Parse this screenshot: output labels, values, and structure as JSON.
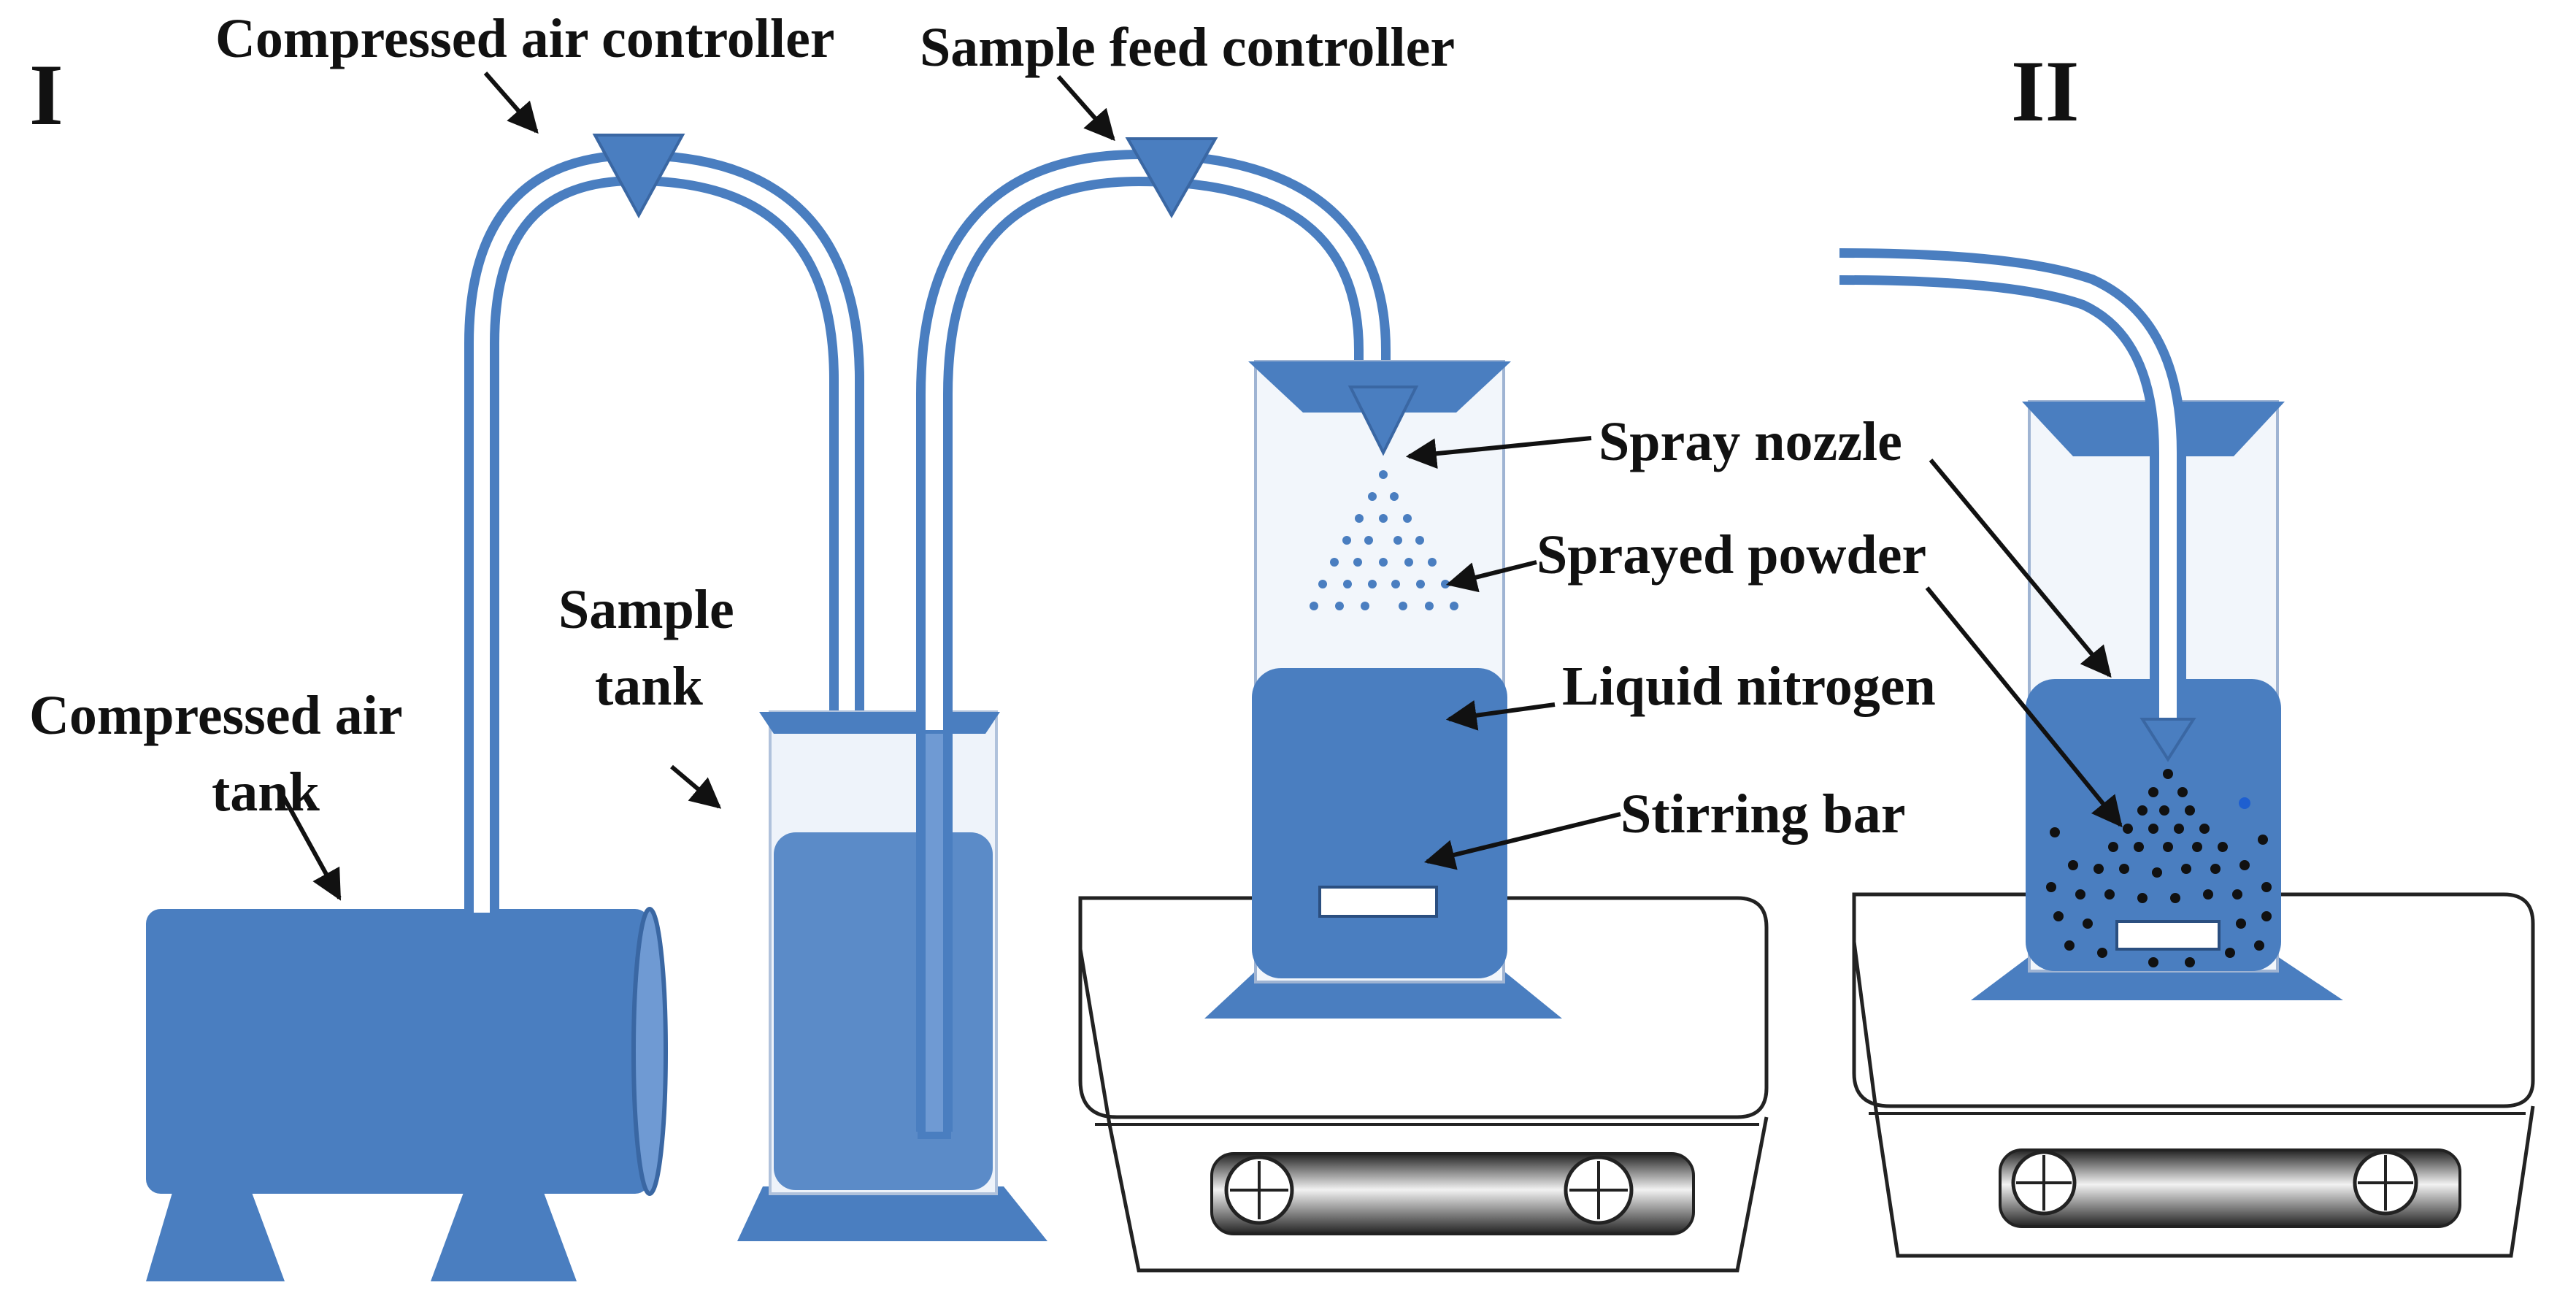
{
  "panels": {
    "left": "I",
    "right": "II"
  },
  "labels": {
    "compressed_air_controller": "Compressed air controller",
    "sample_feed_controller": "Sample feed controller",
    "spray_nozzle": "Spray nozzle",
    "sprayed_powder": "Sprayed powder",
    "liquid_nitrogen": "Liquid nitrogen",
    "stirring_bar": "Stirring bar",
    "sample_tank_line1": "Sample",
    "sample_tank_line2": "tank",
    "air_tank_line1": "Compressed air",
    "air_tank_line2": "tank"
  },
  "colors": {
    "device_blue": "#4a7ec0",
    "device_edge": "#3a67a3",
    "glass": "#d8e4f2",
    "text": "#111111"
  }
}
